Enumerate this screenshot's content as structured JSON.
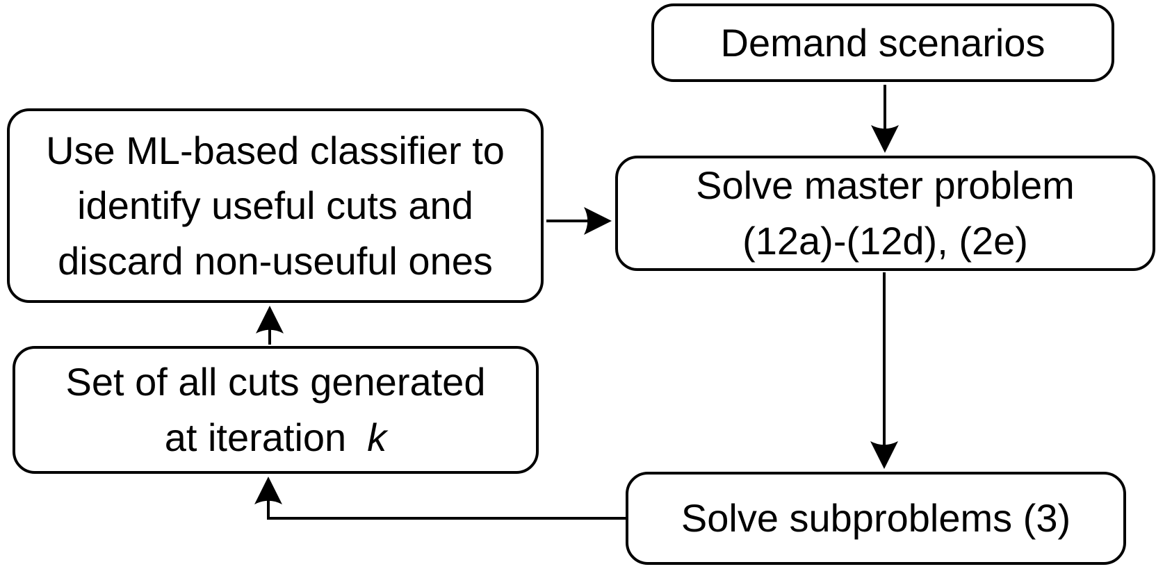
{
  "figure": {
    "type": "flowchart",
    "colors": {
      "background": "#ffffff",
      "stroke": "#000000",
      "node_fill": "#ffffff",
      "text": "#000000"
    },
    "nodes": {
      "demand": {
        "label": "Demand scenarios"
      },
      "master": {
        "line1": "Solve master problem",
        "line2": "(12a)-(12d), (2e)"
      },
      "subproblems": {
        "label": "Solve subproblems (3)"
      },
      "classifier": {
        "line1": "Use ML-based classifier to",
        "line2": "identify useful cuts and",
        "line3": "discard non-useuful ones"
      },
      "cuts": {
        "line1": "Set of all cuts generated",
        "line2_prefix": "at iteration",
        "line2_var": "k"
      }
    },
    "edges": [
      {
        "name": "demand-to-master",
        "from": "demand",
        "to": "master",
        "style": "straight-down"
      },
      {
        "name": "master-to-subproblems",
        "from": "master",
        "to": "subproblems",
        "style": "straight-down"
      },
      {
        "name": "subproblems-to-cuts",
        "from": "subproblems",
        "to": "cuts",
        "style": "elbow-left-up"
      },
      {
        "name": "cuts-to-classifier",
        "from": "cuts",
        "to": "classifier",
        "style": "straight-up"
      },
      {
        "name": "classifier-to-master",
        "from": "classifier",
        "to": "master",
        "style": "straight-right"
      }
    ]
  }
}
